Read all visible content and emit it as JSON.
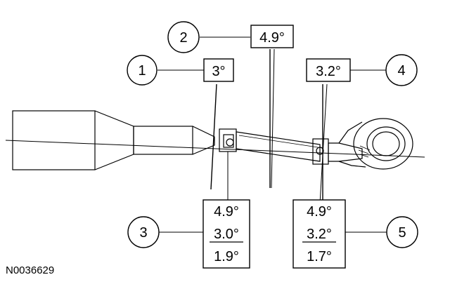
{
  "figure_id": "N0036629",
  "callouts": [
    {
      "number": "1"
    },
    {
      "number": "2"
    },
    {
      "number": "3"
    },
    {
      "number": "4"
    },
    {
      "number": "5"
    }
  ],
  "angle_boxes": {
    "callout_1": "3°",
    "callout_2": "4.9°",
    "callout_4": "3.2°",
    "callout_3": {
      "line_1": "4.9°",
      "line_2": "3.0°",
      "line_3": "1.9°"
    },
    "callout_5": {
      "line_1": "4.9°",
      "line_2": "3.2°",
      "line_3": "1.7°"
    }
  }
}
